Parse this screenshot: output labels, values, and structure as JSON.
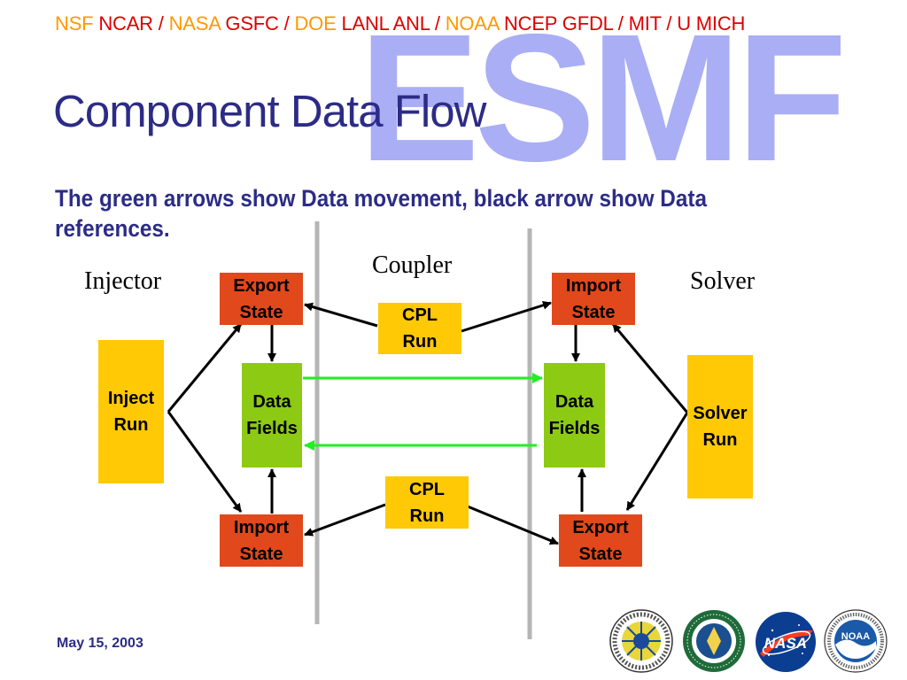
{
  "header": [
    {
      "text": "NSF ",
      "kind": "org"
    },
    {
      "text": "NCAR / ",
      "kind": "lab"
    },
    {
      "text": "NASA ",
      "kind": "org"
    },
    {
      "text": "GSFC / ",
      "kind": "lab"
    },
    {
      "text": "DOE ",
      "kind": "org"
    },
    {
      "text": "LANL ANL / ",
      "kind": "lab"
    },
    {
      "text": "NOAA ",
      "kind": "org"
    },
    {
      "text": "NCEP GFDL / MIT / U MICH",
      "kind": "lab"
    }
  ],
  "watermark": "ESMF",
  "title": "Component Data Flow",
  "subtitle": "The green arrows show Data movement, black arrow show Data references.",
  "sections": {
    "injector": "Injector",
    "coupler": "Coupler",
    "solver": "Solver"
  },
  "boxes": {
    "inj_export": "Export\nState",
    "inj_fields": "Data\nFields",
    "inj_import": "Import\nState",
    "inj_run": "Inject\nRun",
    "cpl_run_top": "CPL\nRun",
    "cpl_run_bottom": "CPL\nRun",
    "sol_import": "Import\nState",
    "sol_fields": "Data\nFields",
    "sol_export": "Export\nState",
    "sol_run": "Solver\nRun"
  },
  "colors": {
    "state": "#e1481c",
    "run": "#ffc905",
    "fields": "#8cca14",
    "data_arrow": "#22ee22",
    "reference_arrow": "#000000",
    "title": "#2c2c86"
  },
  "footer": {
    "date": "May 15, 2003",
    "logos": [
      "nsf-logo",
      "doe-logo",
      "nasa-logo",
      "noaa-logo"
    ],
    "logo_text": {
      "nsf": "NATIONAL SCIENCE FOUNDATION",
      "doe": "DEPARTMENT OF ENERGY · UNITED STATES OF AMERICA",
      "nasa": "NASA",
      "noaa": "NOAA"
    }
  }
}
